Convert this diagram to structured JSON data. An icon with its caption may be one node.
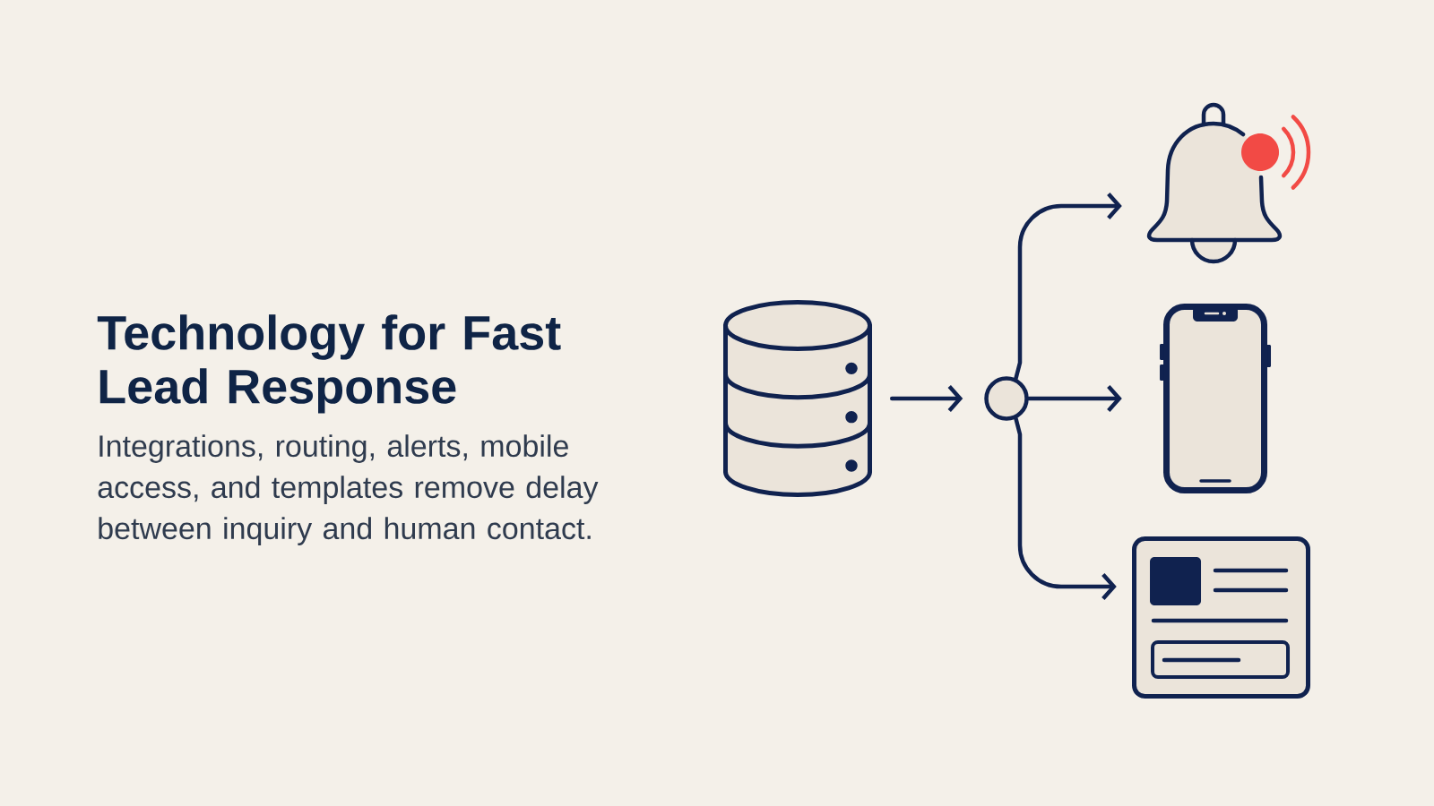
{
  "diagram": {
    "title": "Technology for Fast Lead Response",
    "nodes": [
      {
        "text": [],
        "shape": "cylinder"
      },
      {
        "text": [],
        "shape": "circle"
      },
      {
        "text": [],
        "shape": "picture"
      },
      {
        "text": [],
        "shape": "picture"
      },
      {
        "text": [],
        "shape": "picture"
      }
    ],
    "edges": [
      {
        "from": 0,
        "to": 1,
        "arrow": "to"
      },
      {
        "from": 1,
        "to": 2,
        "arrow": "to"
      },
      {
        "from": 1,
        "to": 3,
        "arrow": "to"
      },
      {
        "from": 1,
        "to": 4,
        "arrow": "to"
      }
    ],
    "labels": [
      "Integrations, routing, alerts, mobile access, and templates remove delay between inquiry and human contact."
    ]
  }
}
